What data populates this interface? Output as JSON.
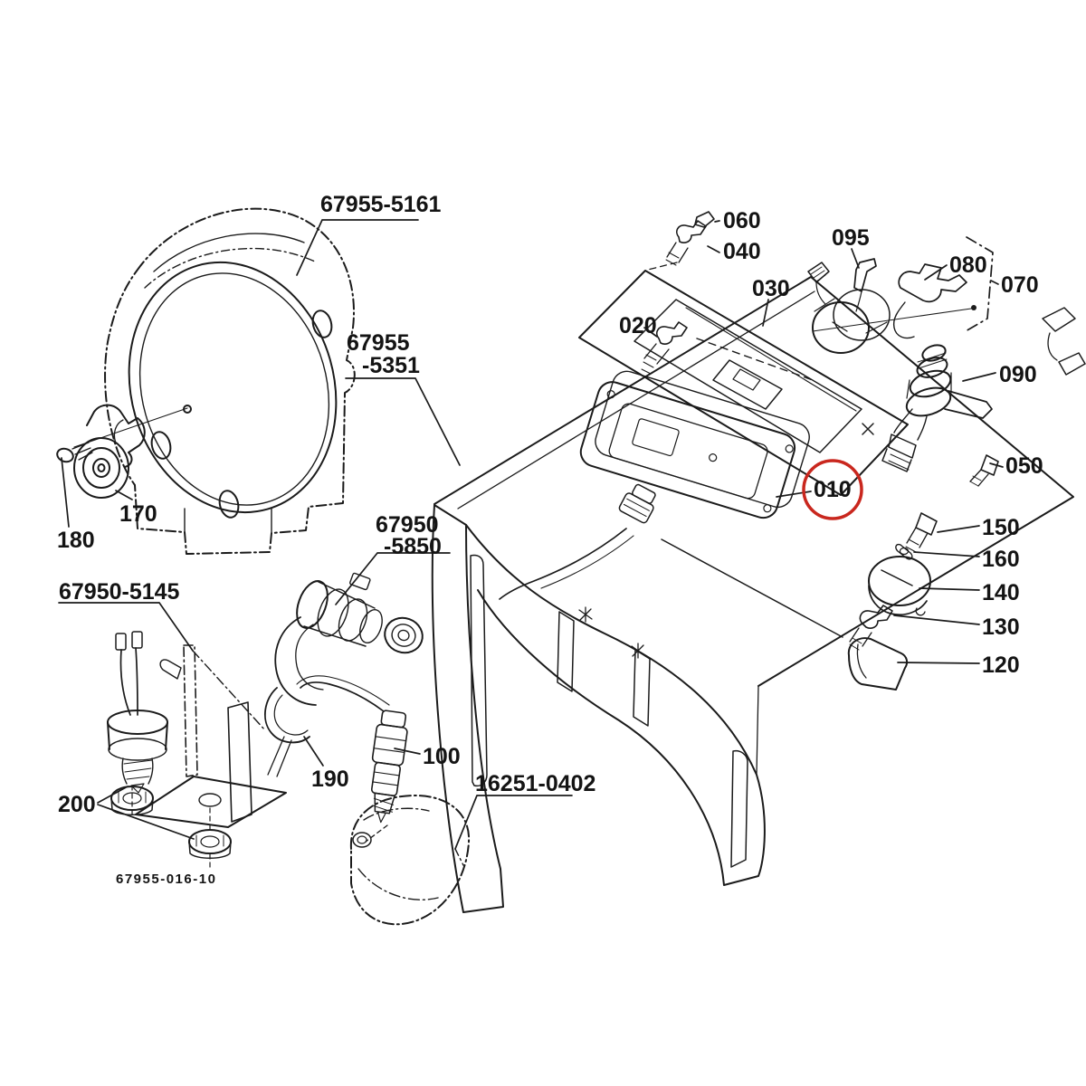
{
  "figure": {
    "type": "exploded-parts-diagram",
    "drawing_code": "67955-016-10",
    "background": "#ffffff",
    "line_color": "#1b1b1b",
    "highlight": {
      "ref": "010",
      "color": "#c9271e",
      "shape": "circle"
    }
  },
  "callouts": {
    "c010": "010",
    "c020": "020",
    "c030": "030",
    "c040": "040",
    "c050": "050",
    "c060": "060",
    "c070": "070",
    "c080": "080",
    "c090": "090",
    "c095": "095",
    "c100": "100",
    "c120": "120",
    "c130": "130",
    "c140": "140",
    "c150": "150",
    "c160": "160",
    "c170": "170",
    "c180": "180",
    "c190": "190",
    "c200": "200"
  },
  "part_numbers": {
    "pn67955_5161": "67955-5161",
    "pn67955_5351_l1": "67955",
    "pn67955_5351_l2": "-5351",
    "pn67950_5850_l1": "67950",
    "pn67950_5850_l2": "-5850",
    "pn67950_5145": "67950-5145",
    "pn16251_0402": "16251-0402"
  }
}
